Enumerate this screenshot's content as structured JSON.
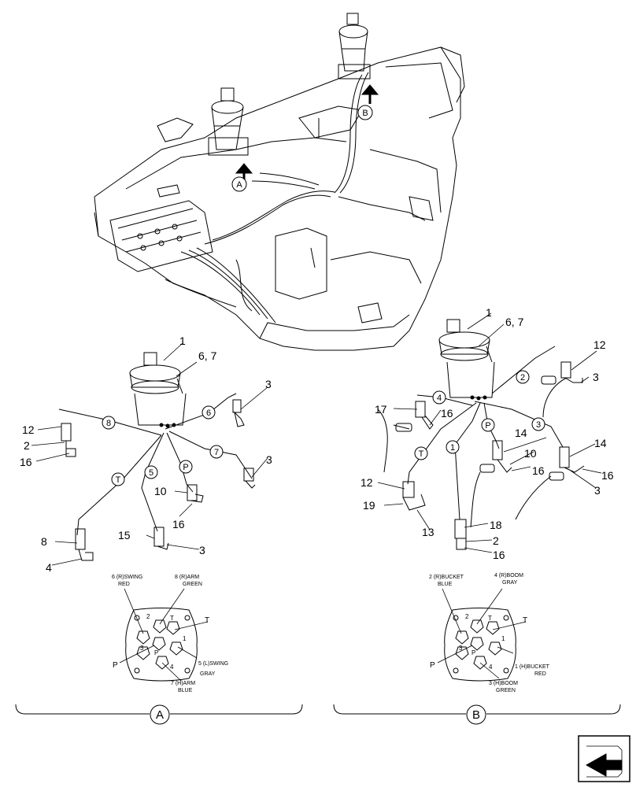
{
  "callouts": {
    "A": "A",
    "B": "B",
    "T": "T",
    "P": "P",
    "h1": "1",
    "h2": "2",
    "h3": "3",
    "h4": "4",
    "h5": "5",
    "h6": "6",
    "h7": "7",
    "h8": "8"
  },
  "part_numbers": {
    "n1": "1",
    "n2": "2",
    "n3": "3",
    "n4": "4",
    "n6_7": "6, 7",
    "n8": "8",
    "n10": "10",
    "n12": "12",
    "n13": "13",
    "n14": "14",
    "n15": "15",
    "n16": "16",
    "n17": "17",
    "n18": "18",
    "n19": "19"
  },
  "port_labels": {
    "A_6": "6 (R)SWING",
    "A_6_color": "RED",
    "A_8": "8 (R)ARM",
    "A_8_color": "GREEN",
    "A_5": "5 (L)SWING",
    "A_5_color": "GRAY",
    "A_7": "7 (H)ARM",
    "A_7_color": "BLUE",
    "B_2": "2 (R)BUCKET",
    "B_2_color": "BLUE",
    "B_4": "4 (R)BOOM",
    "B_4_color": "GRAY",
    "B_1": "1 (H)BUCKET",
    "B_1_color": "RED",
    "B_3": "3 (H)BOOM",
    "B_3_color": "GREEN"
  },
  "pins": {
    "p1": "1",
    "p2": "2",
    "p3": "3",
    "p4": "4",
    "T": "T",
    "P": "P"
  },
  "colors": {
    "line": "#000000",
    "background": "#ffffff"
  }
}
